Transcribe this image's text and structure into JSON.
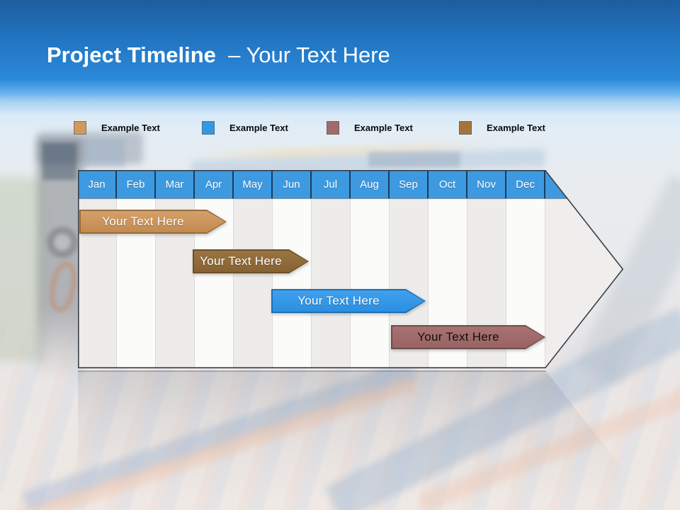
{
  "title": {
    "bold": "Project Timeline",
    "rest": "– Your Text Here"
  },
  "legend": {
    "items": [
      {
        "label": "Example Text",
        "color": "#CE9A5E"
      },
      {
        "label": "Example Text",
        "color": "#3498E4"
      },
      {
        "label": "Example Text",
        "color": "#A16B6B"
      },
      {
        "label": "Example Text",
        "color": "#A4743C"
      }
    ]
  },
  "timeline": {
    "months": [
      "Jan",
      "Feb",
      "Mar",
      "Apr",
      "May",
      "Jun",
      "Jul",
      "Aug",
      "Sep",
      "Oct",
      "Nov",
      "Dec"
    ],
    "header_color": "#3E9AE0",
    "bars": [
      {
        "label": "Your Text Here",
        "color": "#C9935B",
        "text_color": "#FFFFFF",
        "start": "Jan",
        "end": "Apr"
      },
      {
        "label": "Your Text Here",
        "color": "#8F6A39",
        "text_color": "#FFFFFF",
        "start": "Apr",
        "end": "Jun"
      },
      {
        "label": "Your Text Here",
        "color": "#2F96E8",
        "text_color": "#FFFFFF",
        "start": "Jun",
        "end": "Sep"
      },
      {
        "label": "Your Text Here",
        "color": "#A16A6A",
        "text_color": "#000000",
        "start": "Sep",
        "end": "Dec"
      }
    ]
  }
}
